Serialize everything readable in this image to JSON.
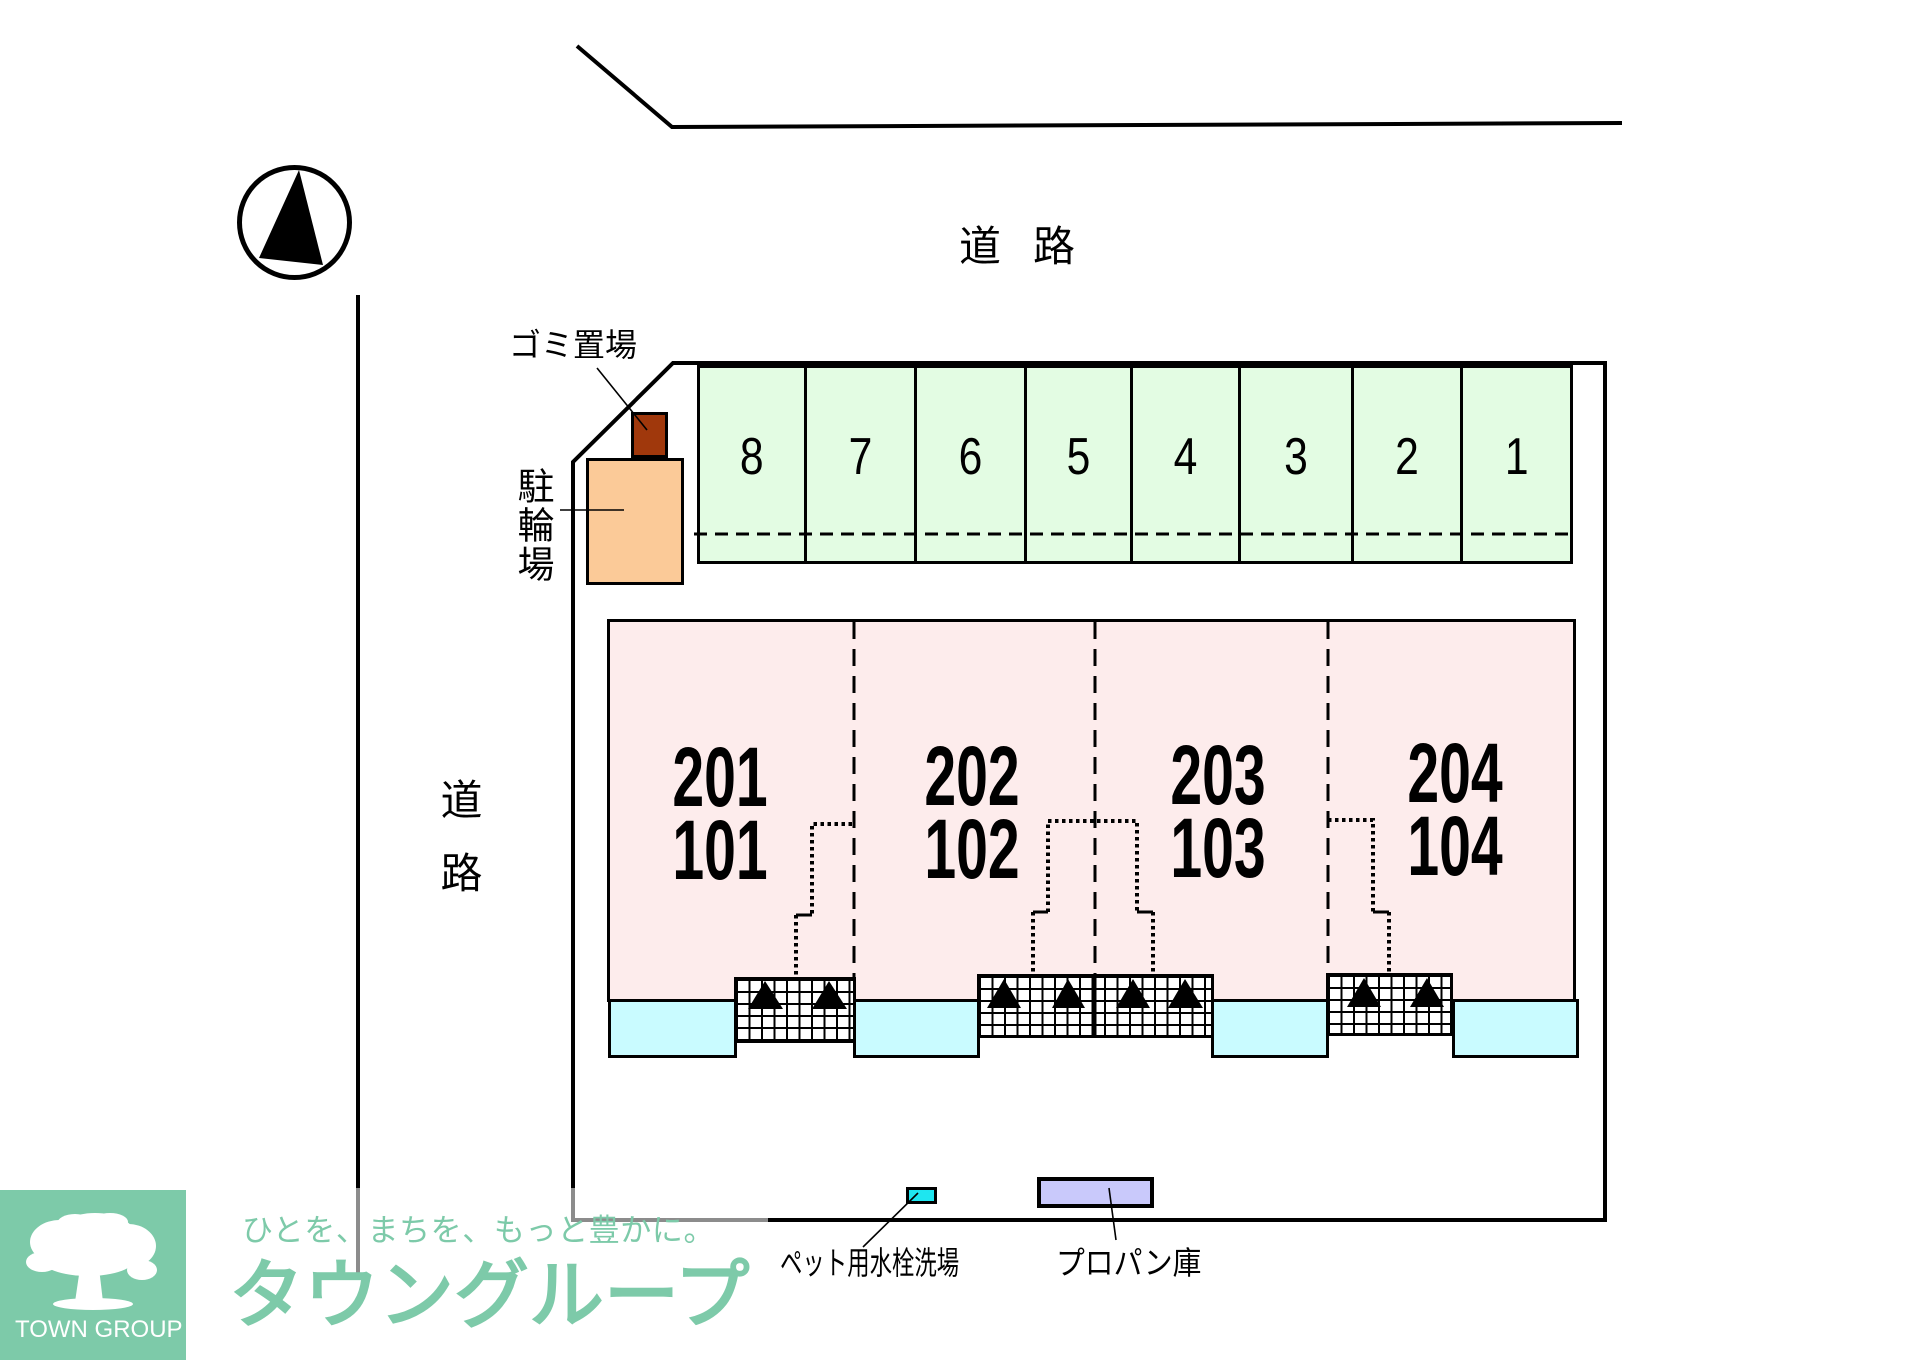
{
  "map": {
    "north_arrow": {
      "icon": "north-arrow-icon"
    },
    "roads": {
      "north_label": "道路",
      "west_label": "道路"
    },
    "facilities": {
      "garbage_area": "ゴミ置場",
      "bicycle_parking": "駐輪場",
      "pet_water_wash": "ペット用水栓洗場",
      "propane_storage": "プロパン庫"
    },
    "parking": {
      "spaces": [
        {
          "label": "8"
        },
        {
          "label": "7"
        },
        {
          "label": "6"
        },
        {
          "label": "5"
        },
        {
          "label": "4"
        },
        {
          "label": "3"
        },
        {
          "label": "2"
        },
        {
          "label": "1"
        }
      ]
    },
    "units": [
      {
        "upper": "201",
        "lower": "101"
      },
      {
        "upper": "202",
        "lower": "102"
      },
      {
        "upper": "203",
        "lower": "103"
      },
      {
        "upper": "204",
        "lower": "104"
      }
    ],
    "stair_icons": [
      "stairs-up-icon",
      "stairs-up-icon",
      "stairs-up-icon",
      "stairs-up-icon",
      "stairs-up-icon",
      "stairs-up-icon",
      "stairs-up-icon",
      "stairs-up-icon"
    ]
  },
  "logo": {
    "brand_en": "TOWN GROUP",
    "slogan": "ひとを、まちを、もっと豊かに。",
    "brand_ja": "タウングループ",
    "icon": "tree-icon"
  },
  "colors": {
    "parking-green": "#e3fce3",
    "building-pink": "#fdecec",
    "balcony-cyan": "#c9fbff",
    "gomi-brown": "#a0380c",
    "bike-orange": "#fbca98",
    "pet-cyan": "#1ee6f0",
    "propane-lavender": "#c9c9fb",
    "brand-green": "#7dcaa9"
  }
}
